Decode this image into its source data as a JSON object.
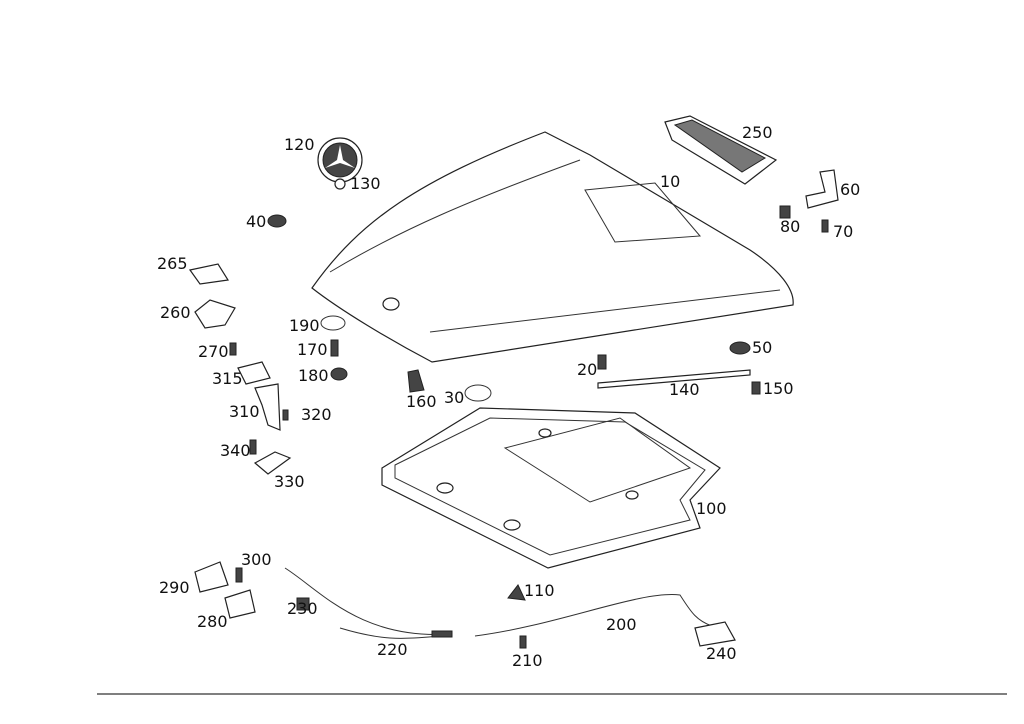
{
  "diagram": {
    "callouts": {
      "p10": "10",
      "p20": "20",
      "p30": "30",
      "p40": "40",
      "p50": "50",
      "p60": "60",
      "p70": "70",
      "p80": "80",
      "p100": "100",
      "p110": "110",
      "p120": "120",
      "p130": "130",
      "p140": "140",
      "p150": "150",
      "p160": "160",
      "p170": "170",
      "p180": "180",
      "p190": "190",
      "p200": "200",
      "p210": "210",
      "p220": "220",
      "p230": "230",
      "p240": "240",
      "p250": "250",
      "p260": "260",
      "p265": "265",
      "p270": "270",
      "p280": "280",
      "p290": "290",
      "p300": "300",
      "p310": "310",
      "p315": "315",
      "p320": "320",
      "p330": "330",
      "p340": "340"
    }
  }
}
